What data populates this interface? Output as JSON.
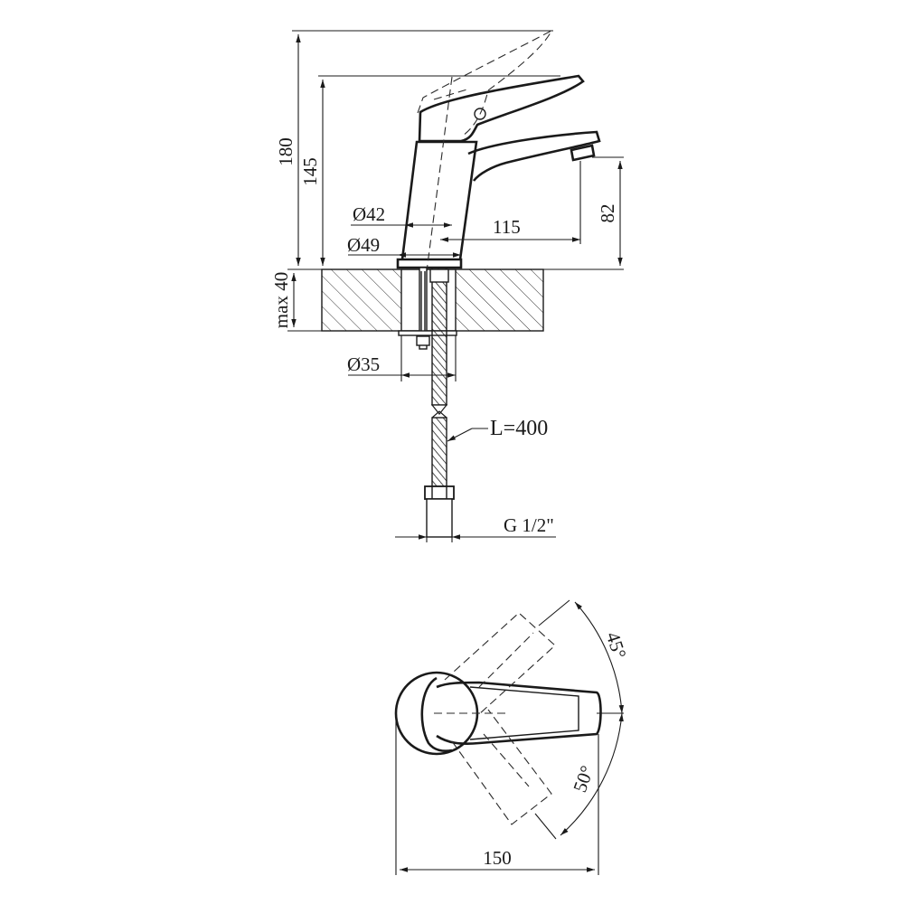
{
  "labels": {
    "height_total": "180",
    "height_spout_level": "145",
    "diameter_top": "Ø42",
    "diameter_base": "Ø49",
    "spout_reach": "115",
    "spout_height": "82",
    "max_thickness": "max 40",
    "hole_diameter": "Ø35",
    "hose_length": "L=400",
    "thread": "G 1/2\"",
    "angle_forward": "45°",
    "angle_back": "50°",
    "total_length": "150"
  },
  "colors": {
    "line": "#1a1a1a",
    "background": "#ffffff"
  }
}
